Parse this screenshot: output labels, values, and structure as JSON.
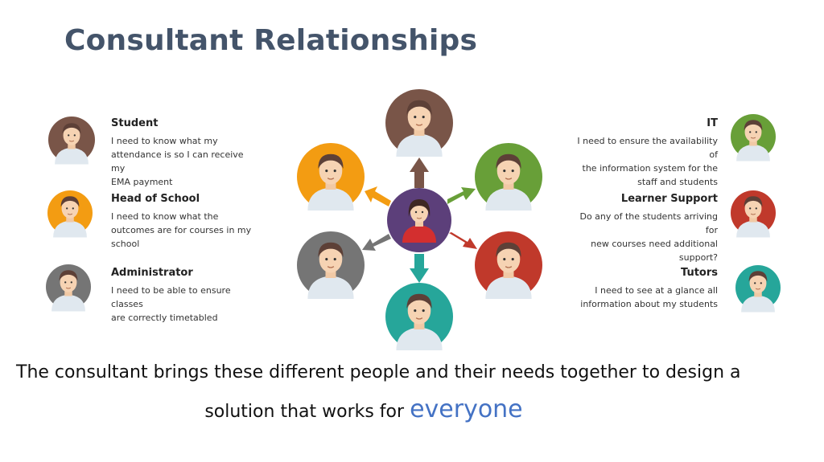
{
  "title": "Consultant Relationships",
  "colors": {
    "student": "#795548",
    "head": "#f39c12",
    "admin": "#757575",
    "it": "#689f38",
    "learner": "#c0392b",
    "tutors": "#26a69a",
    "center": "#5c3f7a"
  },
  "personas": [
    {
      "role": "Student",
      "need_lines": [
        "I need to know what my",
        "attendance is so I can receive my",
        "EMA payment"
      ],
      "icon": "student-avatar-icon"
    },
    {
      "role": "Head of School",
      "need_lines": [
        "I need to know what the",
        "outcomes are for courses in my",
        "school"
      ],
      "icon": "head-avatar-icon"
    },
    {
      "role": "Administrator",
      "need_lines": [
        "I need to be able to ensure classes",
        "are correctly timetabled"
      ],
      "icon": "admin-avatar-icon"
    },
    {
      "role": "IT",
      "need_lines": [
        "I need to ensure the availability of",
        "the information system for the",
        "staff and students"
      ],
      "icon": "it-avatar-icon"
    },
    {
      "role": "Learner Support",
      "need_lines": [
        "Do any of the students arriving for",
        "new courses need additional",
        "support?"
      ],
      "icon": "learner-support-avatar-icon"
    },
    {
      "role": "Tutors",
      "need_lines": [
        "I need to see at a glance all",
        "information about my students"
      ],
      "icon": "tutor-avatar-icon"
    }
  ],
  "footer": {
    "line1": "The consultant brings these different people and their needs together to design a",
    "line2_pre": "solution that works for",
    "line2_highlight": "everyone"
  }
}
